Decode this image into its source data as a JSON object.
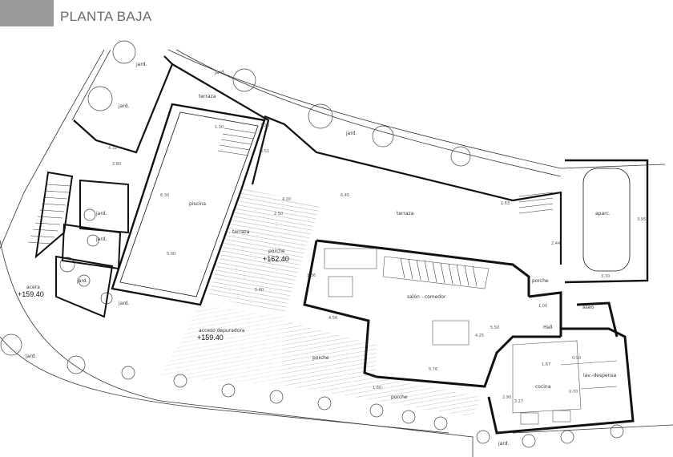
{
  "header": {
    "title": "PLANTA BAJA"
  },
  "rooms": {
    "jard_1": "jard.",
    "jard_2": "jard.",
    "jard_3": "jard.",
    "jard_4": "jard.",
    "jard_5": "jard.",
    "jard_6": "jard.",
    "jard_7": "jard.",
    "jard_8": "jard.",
    "jard_9": "jard.",
    "jard_10": "jard.",
    "terraza_top": "terraza",
    "terraza_right": "terraza",
    "terraza_mid": "terraza",
    "piscina": "piscina",
    "porche_main": "porche",
    "porche_lower": "porche",
    "porche_bottom": "porche",
    "porche_hall": "porche",
    "salon": "salón - comedor",
    "aparc": "aparc.",
    "hall": "Hall",
    "aseo": "aseo",
    "lav": "lav.-despensa",
    "cocina": "cocina",
    "acera": "acera",
    "acceso": "acceso depuradora"
  },
  "levels": {
    "porche": "+162.40",
    "acera": "+159.40",
    "acceso": "+159.40"
  },
  "dimensions": {
    "d1": "1.30",
    "d2": "1.20",
    "d3": "3.51",
    "d4": "6.30",
    "d5": "6.45",
    "d6": "5.00",
    "d7": "4.32",
    "d8": "2.80",
    "d9": "4.20",
    "d10": "5.40",
    "d11": "1.63",
    "d12": "2.44",
    "d13": "3.95",
    "d14": "3.70",
    "d15": "5.50",
    "d16": "1.00",
    "d17": "4.56",
    "d18": "5.76",
    "d19": "4.25",
    "d20": "1.67",
    "d21": "3.27",
    "d22": "2.90",
    "d23": "0.70",
    "d24": "2.50",
    "d25": "1.36",
    "d26": "1.60",
    "d27": "0.90"
  },
  "colors": {
    "header_bar": "#9a9a9a",
    "header_text": "#6b6b6b",
    "wall": "#111111",
    "line": "#444444"
  }
}
